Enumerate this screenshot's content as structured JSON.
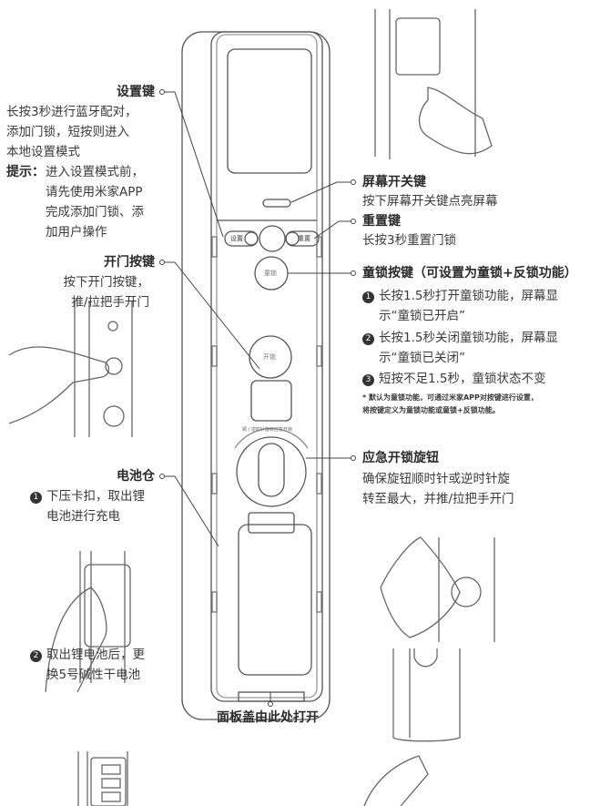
{
  "lock_labels": {
    "setting": "设置",
    "reset": "重置",
    "child_lock": "童锁",
    "unlock": "开锁",
    "knob_arc": "顺 / 逆时针旋转应急开锁"
  },
  "setting_key": {
    "title": "设置键",
    "desc": [
      "长按3秒进行蓝牙配对，",
      "添加门锁，短按则进入",
      "本地设置模式"
    ],
    "tip_label": "提示：",
    "tip": [
      "进入设置模式前，",
      "请先使用米家APP",
      "完成添加门锁、添",
      "加用户操作"
    ]
  },
  "open_key": {
    "title": "开门按键",
    "desc": [
      "按下开门按键，",
      "推/拉把手开门"
    ]
  },
  "battery": {
    "title": "电池仓",
    "step1": [
      "下压卡扣，取出锂",
      "电池进行充电"
    ],
    "step2": [
      "取出锂电池后，更",
      "换5号碱性干电池"
    ],
    "n1": "1",
    "n2": "2"
  },
  "screen_key": {
    "title": "屏幕开关键",
    "desc": "按下屏幕开关键点亮屏幕"
  },
  "reset_key": {
    "title": "重置键",
    "desc": "长按3秒重置门锁"
  },
  "child_key": {
    "title": "童锁按键（可设置为童锁+反锁功能）",
    "items": [
      [
        "长按1.5秒打开童锁功能，屏幕显",
        "示“童锁已开启”"
      ],
      [
        "长按1.5秒关闭童锁功能，屏幕显",
        "示“童锁已关闭”"
      ],
      [
        "短按不足1.5秒，童锁状态不变"
      ]
    ],
    "n": [
      "1",
      "2",
      "3"
    ],
    "note": [
      "* 默认为童锁功能，可通过米家APP对按键进行设置，",
      "将按键定义为童锁功能或童锁+反锁功能。"
    ]
  },
  "emergency_knob": {
    "title": "应急开锁旋钮",
    "desc": [
      "确保旋钮顺时针或逆时针旋",
      "转至最大，并推/拉把手开门"
    ]
  },
  "panel_cover": {
    "label": "面板盖由此处打开"
  }
}
